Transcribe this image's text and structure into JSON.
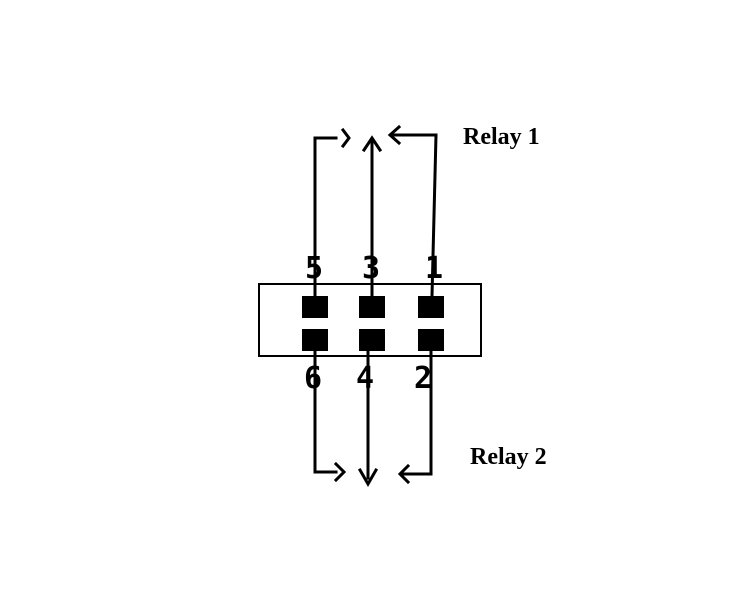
{
  "labels": {
    "relay_top": "Relay 1",
    "relay_bottom": "Relay 2"
  },
  "pins": {
    "top": [
      "5",
      "3",
      "1"
    ],
    "bottom": [
      "6",
      "4",
      "2"
    ]
  }
}
